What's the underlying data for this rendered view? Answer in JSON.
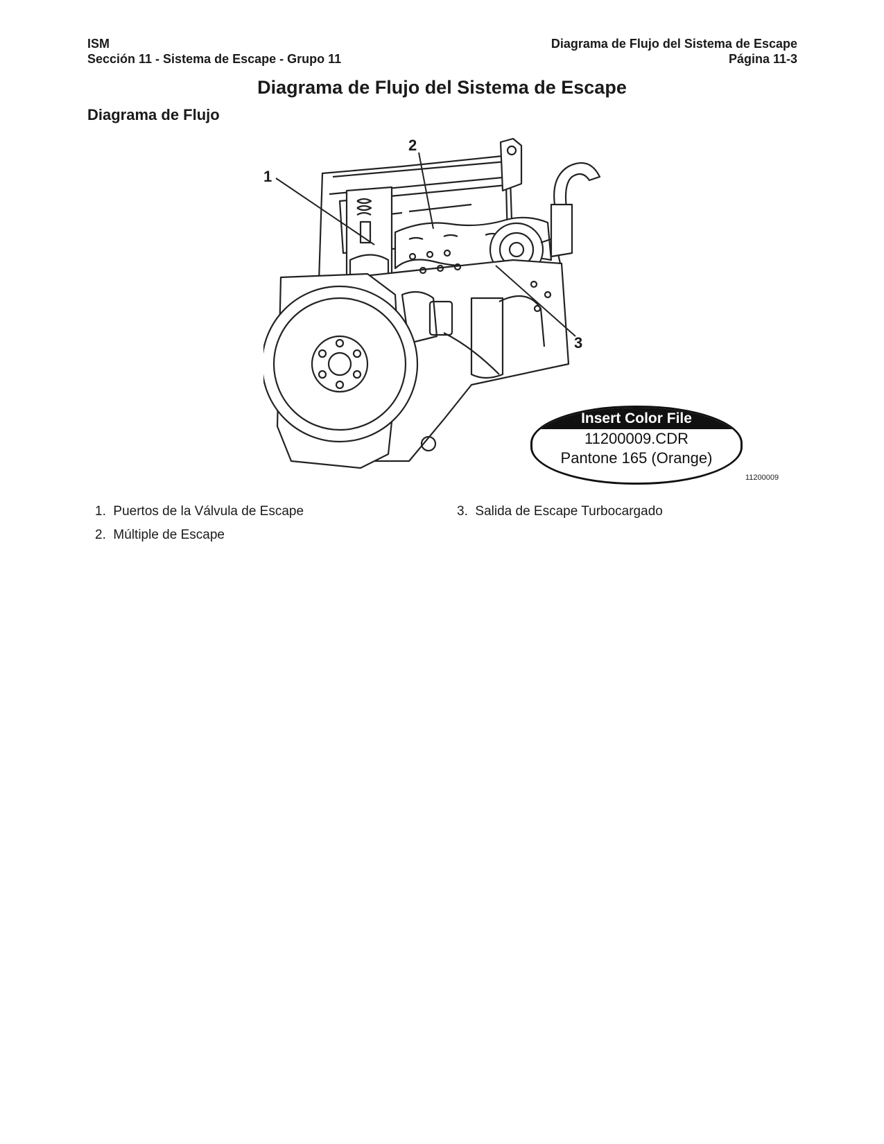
{
  "header": {
    "left_line1": "ISM",
    "left_line2": "Sección 11 - Sistema de Escape - Grupo 11",
    "right_line1": "Diagrama de Flujo del Sistema de Escape",
    "right_line2": "Página 11-3"
  },
  "title": "Diagrama de Flujo del Sistema de Escape",
  "subtitle": "Diagrama de Flujo",
  "figure": {
    "callouts": [
      "1",
      "2",
      "3"
    ],
    "stamp": {
      "heading": "Insert Color File",
      "line1": "11200009.CDR",
      "line2": "Pantone 165 (Orange)"
    },
    "figure_id": "11200009"
  },
  "legend": [
    {
      "num": "1.",
      "text": "Puertos de la Válvula de Escape"
    },
    {
      "num": "2.",
      "text": "Múltiple de Escape"
    },
    {
      "num": "3.",
      "text": "Salida de Escape Turbocargado"
    }
  ]
}
